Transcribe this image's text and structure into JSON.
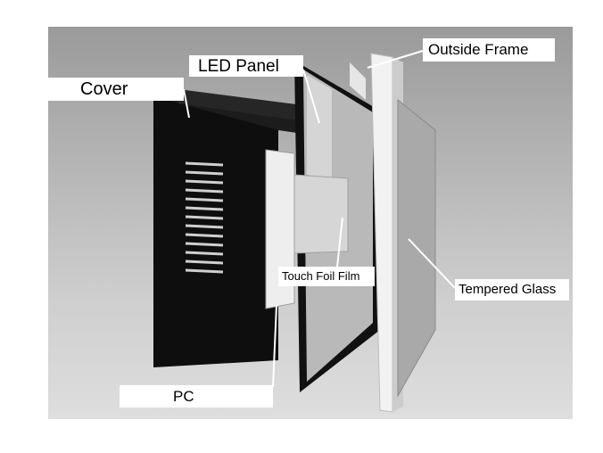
{
  "labels": {
    "cover": "Cover",
    "led_panel": "LED Panel",
    "outside_frame": "Outside Frame",
    "touch_foil_film": "Touch Foil Film",
    "tempered_glass": "Tempered Glass",
    "pc": "PC"
  }
}
